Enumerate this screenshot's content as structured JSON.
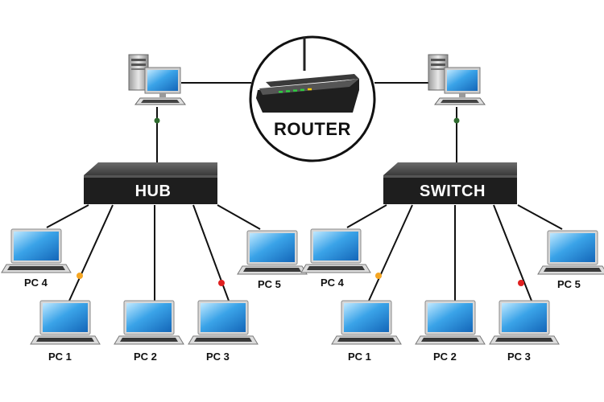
{
  "router": {
    "label": "ROUTER",
    "led_colors": [
      "#2ecc40",
      "#2ecc40",
      "#2ecc40",
      "#2ecc40",
      "#ffcc00"
    ]
  },
  "hub": {
    "label": "HUB",
    "pcs": [
      {
        "id": "pc4",
        "label": "PC 4"
      },
      {
        "id": "pc1",
        "label": "PC 1"
      },
      {
        "id": "pc2",
        "label": "PC 2"
      },
      {
        "id": "pc3",
        "label": "PC 3"
      },
      {
        "id": "pc5",
        "label": "PC 5"
      }
    ]
  },
  "switch": {
    "label": "SWITCH",
    "pcs": [
      {
        "id": "pc4",
        "label": "PC 4"
      },
      {
        "id": "pc1",
        "label": "PC 1"
      },
      {
        "id": "pc2",
        "label": "PC 2"
      },
      {
        "id": "pc3",
        "label": "PC 3"
      },
      {
        "id": "pc5",
        "label": "PC 5"
      }
    ]
  },
  "colors": {
    "screen": "#2a8fd8",
    "screen_light": "#7fd0ff",
    "device_body": "#2b2b2b",
    "cable": "#111111",
    "connector_green": "#2f6b2f",
    "connector_orange": "#f5a623",
    "connector_red": "#e02020"
  }
}
